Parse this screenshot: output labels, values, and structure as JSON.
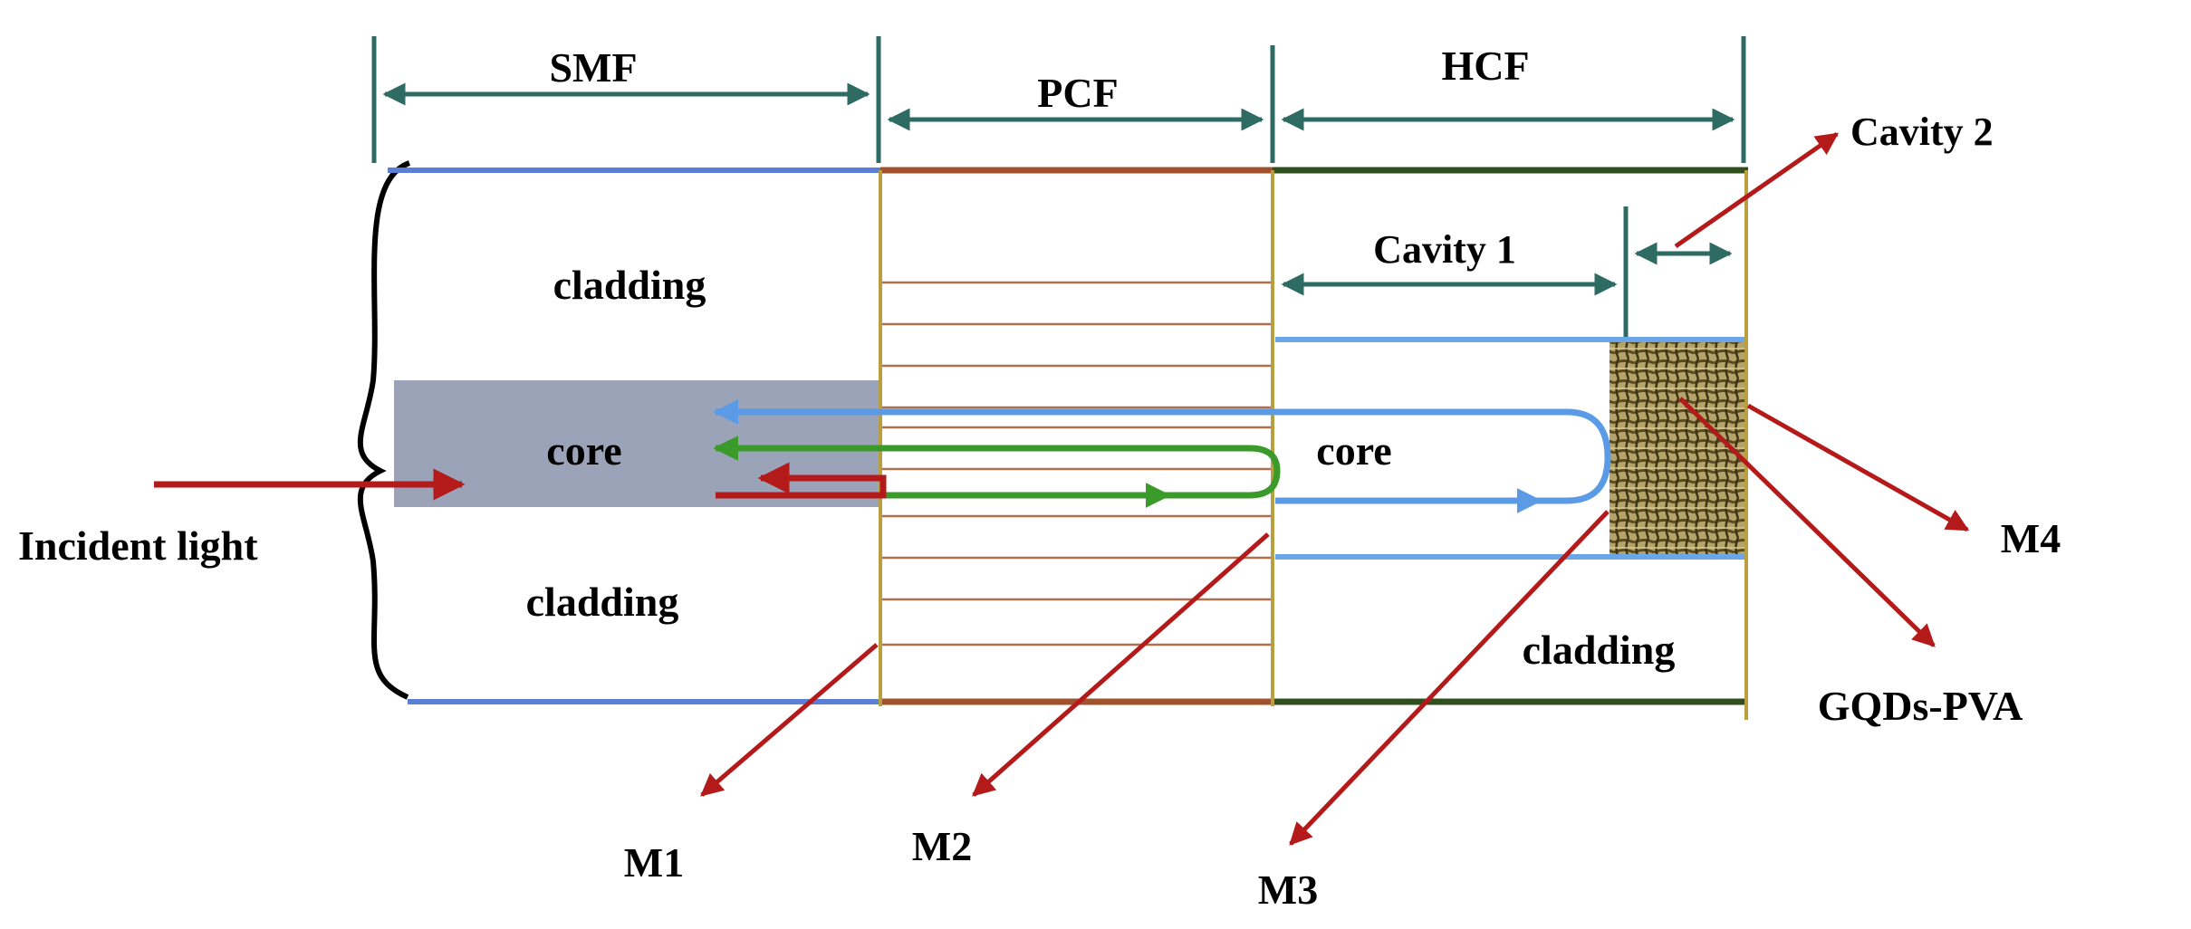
{
  "labels": {
    "smf": "SMF",
    "pcf": "PCF",
    "hcf": "HCF",
    "cavity1": "Cavity 1",
    "cavity2": "Cavity 2",
    "cladding_smf_top": "cladding",
    "core_smf": "core",
    "cladding_smf_bottom": "cladding",
    "core_hcf": "core",
    "cladding_hcf": "cladding",
    "incident_light": "Incident light",
    "gqds_pva": "GQDs-PVA",
    "m1": "M1",
    "m2": "M2",
    "m3": "M3",
    "m4": "M4"
  },
  "colors": {
    "dimension_arrow": "#2e6b63",
    "smf_boundary": "#5b7fd6",
    "pcf_boundary": "#a0522d",
    "hcf_boundary": "#2f4f1f",
    "hcf_core_boundary": "#6aa6e8",
    "section_divider": "#b8a040",
    "pcf_hole_lines": "#b07050",
    "smf_core_fill": "#9aa3b8",
    "red_arrow": "#b51a1a",
    "green_path": "#3a9a2a",
    "blue_path": "#5b9be6",
    "gqds_fill": "#a8955e",
    "bracket": "#000000"
  }
}
